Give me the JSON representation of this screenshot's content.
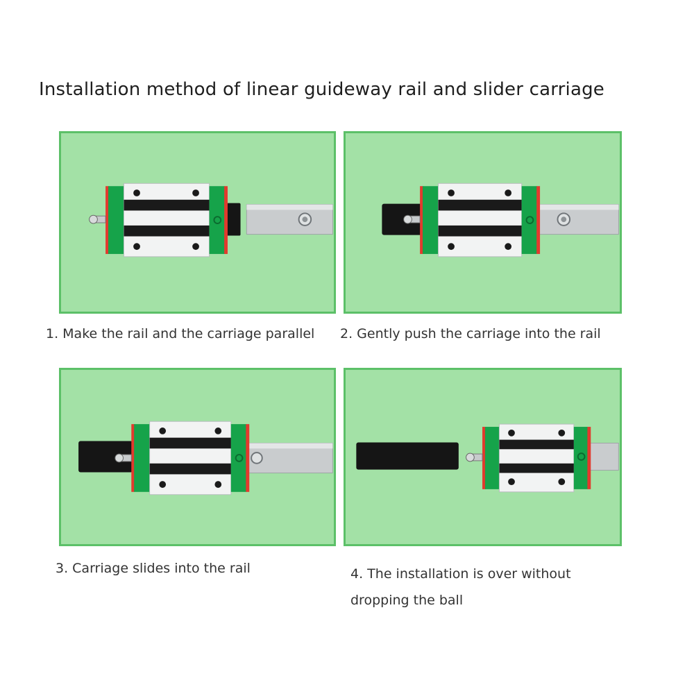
{
  "title": "Installation method of linear guideway rail and slider carriage",
  "steps": [
    {
      "caption": "1. Make the rail and the carriage parallel"
    },
    {
      "caption": "2. Gently push the carriage into the rail"
    },
    {
      "caption": "3. Carriage slides into the rail"
    },
    {
      "caption": "4. The installation is over without dropping the ball"
    }
  ],
  "colors": {
    "panel_background": "#a3e1a6",
    "panel_border": "#5cc068",
    "end_cap_green": "#16a34a",
    "end_seal_red": "#e23a2e",
    "rail_steel": "#c9ccce",
    "dummy_rail_black": "#151515"
  }
}
